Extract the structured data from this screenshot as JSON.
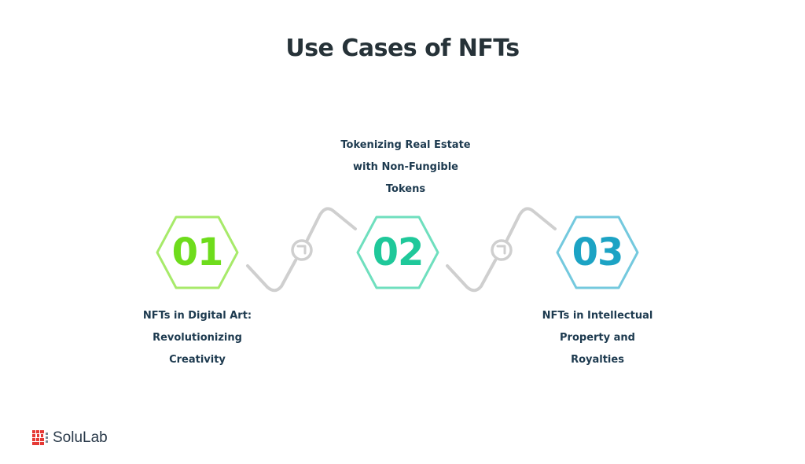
{
  "title": "Use Cases of NFTs",
  "colors": {
    "title": "#263238",
    "label": "#1d3a4f",
    "connector": "#cfcfcf",
    "step1_stroke": "#a7ea6a",
    "step1_text": "#6edc1c",
    "step2_stroke": "#6fdfbe",
    "step2_text": "#1fc89a",
    "step3_stroke": "#74c9de",
    "step3_text": "#1ca3c4",
    "logo_mark": "#e53935"
  },
  "steps": [
    {
      "number": "01",
      "label_lines": [
        "NFTs in Digital Art:",
        "Revolutionizing",
        "Creativity"
      ],
      "label_position": "below"
    },
    {
      "number": "02",
      "label_lines": [
        "Tokenizing Real Estate",
        "with Non-Fungible",
        "Tokens"
      ],
      "label_position": "above"
    },
    {
      "number": "03",
      "label_lines": [
        "NFTs in Intellectual",
        "Property and",
        "Royalties"
      ],
      "label_position": "below"
    }
  ],
  "connectors": [
    {
      "icon": "arrow-circle-icon"
    },
    {
      "icon": "arrow-circle-icon"
    }
  ],
  "footer": {
    "brand": "SoluLab"
  }
}
